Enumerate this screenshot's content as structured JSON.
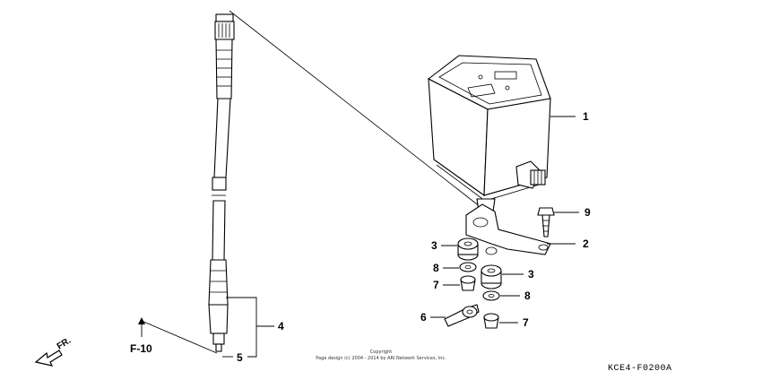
{
  "callouts": {
    "c1": "1",
    "c2": "2",
    "c3a": "3",
    "c3b": "3",
    "c4": "4",
    "c5": "5",
    "c6": "6",
    "c7a": "7",
    "c7b": "7",
    "c8a": "8",
    "c8b": "8",
    "c9": "9"
  },
  "reference": {
    "label": "F-10"
  },
  "direction": {
    "label": "FR."
  },
  "footer": {
    "copyright_line1": "Copyright",
    "copyright_line2": "Page design (c) 2004 - 2014 by ARI Network Services, Inc.",
    "diagram_code": "KCE4-F0200A"
  }
}
